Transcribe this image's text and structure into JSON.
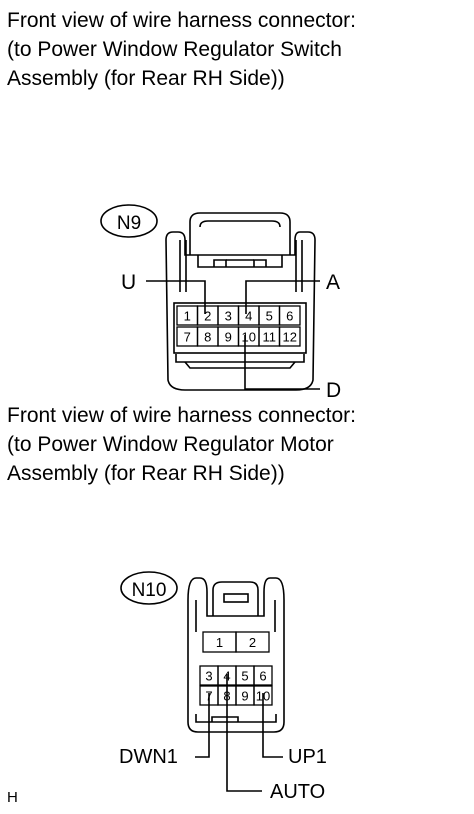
{
  "connector_1": {
    "caption": [
      "Front view of wire harness connector:",
      "(to Power Window Regulator Switch",
      "Assembly (for Rear RH Side))"
    ],
    "id": "N9",
    "top_row_pins": [
      "1",
      "2",
      "3",
      "4",
      "5",
      "6"
    ],
    "bottom_row_pins": [
      "7",
      "8",
      "9",
      "10",
      "11",
      "12"
    ],
    "terminals": {
      "U": "U",
      "A": "A",
      "D": "D"
    }
  },
  "connector_2": {
    "caption": [
      "Front view of wire harness connector:",
      "(to Power Window Regulator Motor",
      "Assembly (for Rear RH Side))"
    ],
    "id": "N10",
    "upper_block_pins": [
      "1",
      "2"
    ],
    "middle_row_pins": [
      "3",
      "4",
      "5",
      "6"
    ],
    "bottom_row_pins": [
      "7",
      "8",
      "9",
      "10"
    ],
    "terminals": {
      "dwn1": "DWN1",
      "up1": "UP1",
      "auto": "AUTO"
    }
  },
  "footer_code": "H"
}
